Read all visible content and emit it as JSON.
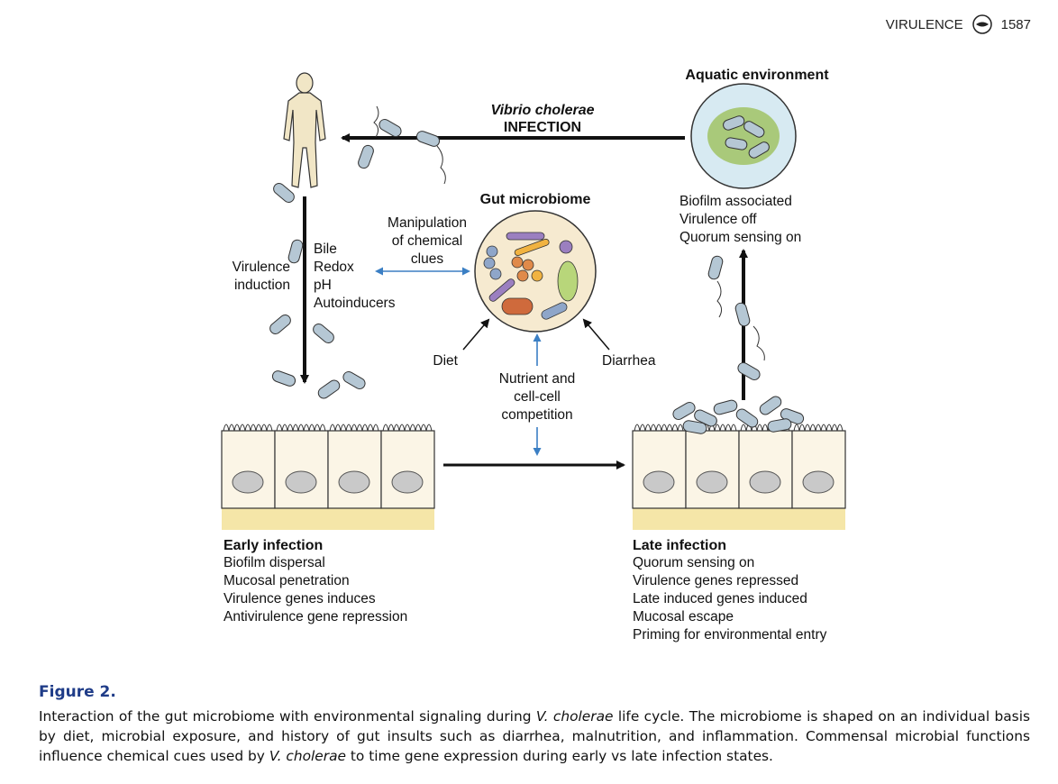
{
  "header": {
    "journal": "VIRULENCE",
    "page": "1587"
  },
  "figure": {
    "infection_species": "Vibrio cholerae",
    "infection_label": "INFECTION",
    "aquatic_title": "Aquatic environment",
    "aquatic_notes": [
      "Biofilm associated",
      "Virulence off",
      "Quorum sensing on"
    ],
    "gut_title": "Gut microbiome",
    "manipulation": [
      "Manipulation",
      "of chemical",
      "clues"
    ],
    "virulence_induction": [
      "Virulence",
      "induction"
    ],
    "signals": [
      "Bile",
      "Redox",
      "pH",
      "Autoinducers"
    ],
    "diet": "Diet",
    "diarrhea": "Diarrhea",
    "competition": [
      "Nutrient and",
      "cell-cell",
      "competition"
    ],
    "early_title": "Early infection",
    "early_items": [
      "Biofilm dispersal",
      "Mucosal penetration",
      "Virulence genes induces",
      "Antivirulence gene repression"
    ],
    "late_title": "Late infection",
    "late_items": [
      "Quorum sensing on",
      "Virulence genes repressed",
      "Late induced genes induced",
      "Mucosal escape",
      "Priming for environmental entry"
    ]
  },
  "caption": {
    "title": "Figure 2.",
    "body_1": "Interaction of the gut microbiome with environmental signaling during ",
    "body_italic_1": "V. cholerae",
    "body_2": " life cycle. The microbiome is shaped on an individual basis by diet, microbial exposure, and history of gut insults such as diarrhea, malnutrition, and inflammation. Commensal microbial functions influence chemical cues used by ",
    "body_italic_2": "V. cholerae",
    "body_3": " to time gene expression during early vs late infection states."
  }
}
